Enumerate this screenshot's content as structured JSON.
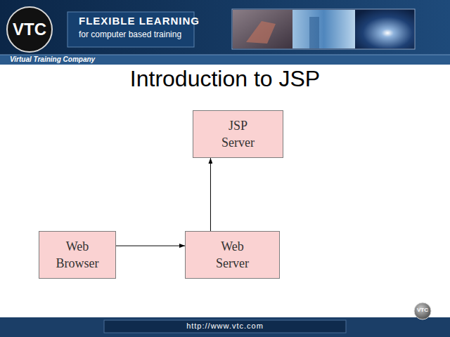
{
  "diagram": {
    "title": "Introduction to JSP",
    "nodes": [
      {
        "text": [
          "JSP Server"
        ]
      },
      {
        "text": [
          "Web Browser"
        ]
      },
      {
        "text": [
          "Web Server"
        ]
      }
    ],
    "edges": [
      {
        "from": 1,
        "to": 2,
        "arrow": "to"
      },
      {
        "from": 2,
        "to": 0,
        "arrow": "to"
      }
    ],
    "labels": [
      "VTC",
      "FLEXIBLE LEARNING",
      "for computer based training",
      "Virtual Training Company",
      "http://www.vtc.com",
      "VTC"
    ]
  }
}
